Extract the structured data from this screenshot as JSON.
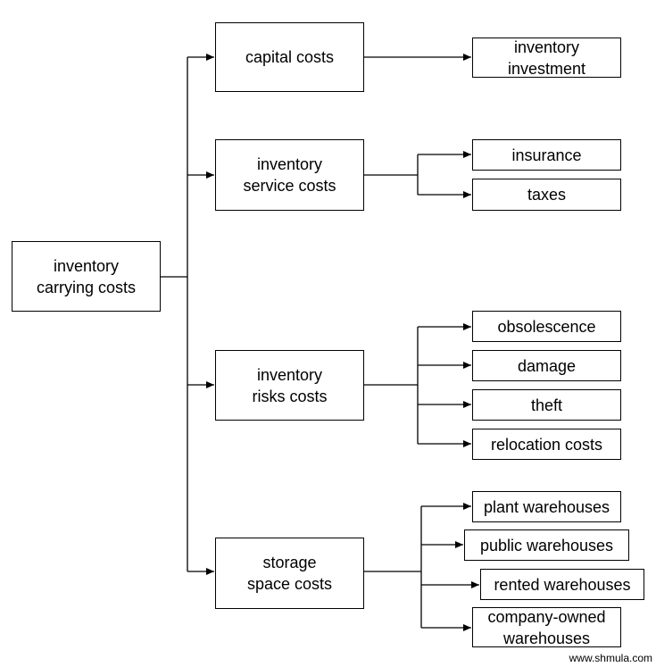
{
  "root": {
    "label": "inventory\ncarrying costs"
  },
  "categories": [
    {
      "label": "capital costs",
      "items": [
        "inventory\ninvestment"
      ]
    },
    {
      "label": "inventory\nservice costs",
      "items": [
        "insurance",
        "taxes"
      ]
    },
    {
      "label": "inventory\nrisks costs",
      "items": [
        "obsolescence",
        "damage",
        "theft",
        "relocation costs"
      ]
    },
    {
      "label": "storage\nspace costs",
      "items": [
        "plant warehouses",
        "public warehouses",
        "rented warehouses",
        "company-owned\nwarehouses"
      ]
    }
  ],
  "footer": "www.shmula.com",
  "colors": {
    "line": "#000000",
    "box_border": "#000000",
    "background": "#ffffff"
  }
}
